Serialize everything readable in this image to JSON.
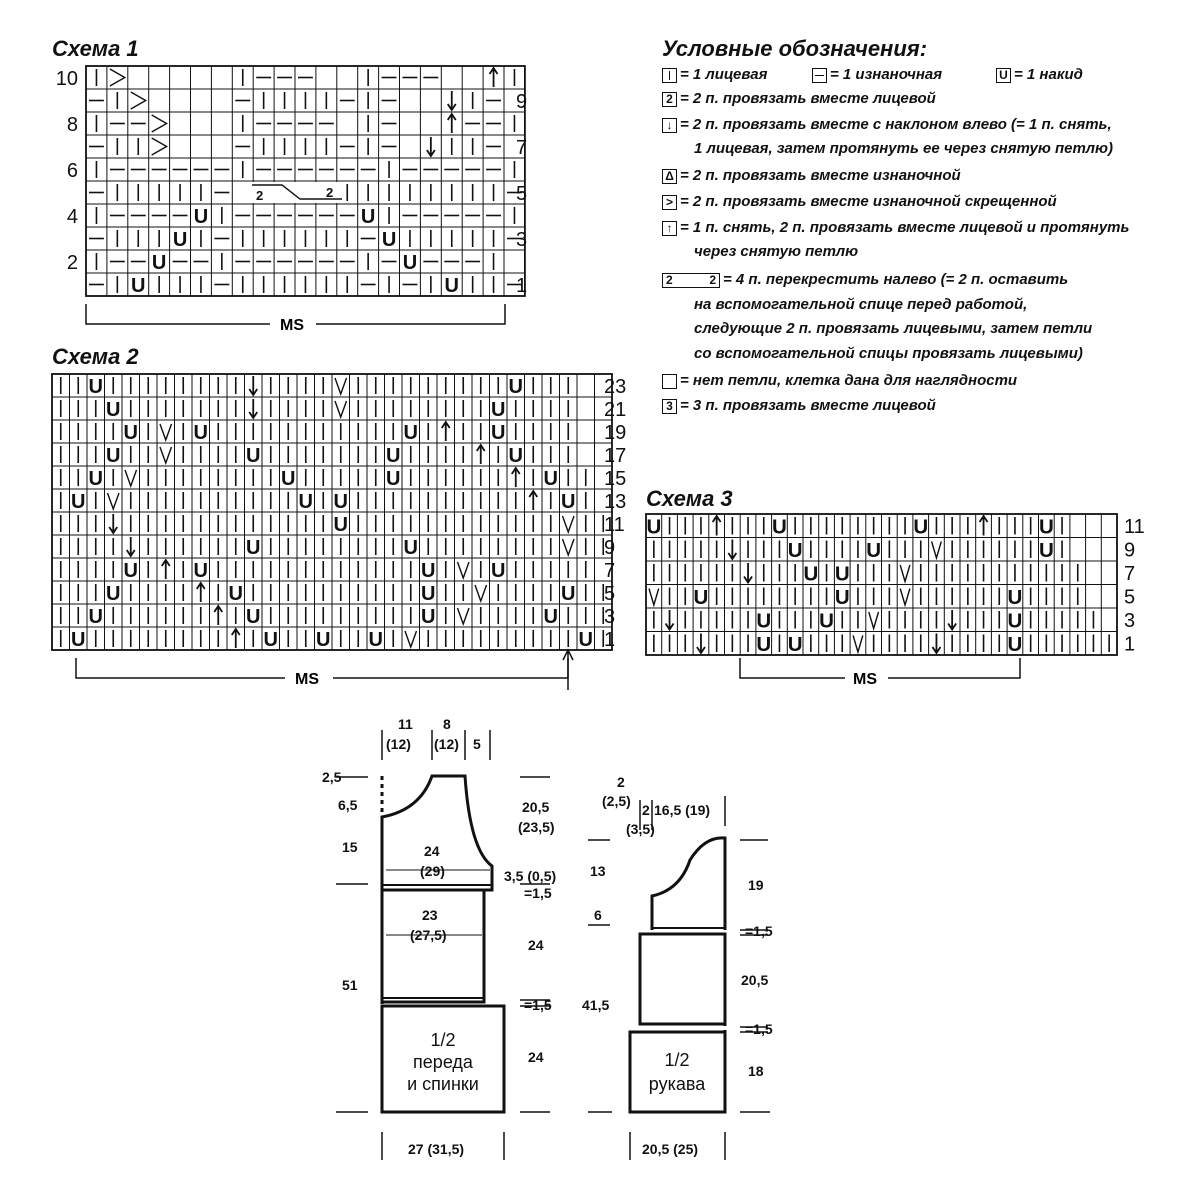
{
  "scheme1": {
    "title": "Схема 1",
    "label": "MS",
    "row_numbers": [
      {
        "num": "10",
        "row": 0,
        "side": "left"
      },
      {
        "num": "9",
        "row": 1,
        "side": "right"
      },
      {
        "num": "8",
        "row": 2,
        "side": "left"
      },
      {
        "num": "7",
        "row": 3,
        "side": "right"
      },
      {
        "num": "6",
        "row": 4,
        "side": "left"
      },
      {
        "num": "5",
        "row": 5,
        "side": "right"
      },
      {
        "num": "4",
        "row": 6,
        "side": "left"
      },
      {
        "num": "3",
        "row": 7,
        "side": "right"
      },
      {
        "num": "2",
        "row": 8,
        "side": "left"
      },
      {
        "num": "1",
        "row": 9,
        "side": "right"
      }
    ],
    "rows": [
      "|Z.....|---..|---..^|",
      "-|a....-||||-|-..v|-",
      "|--Z...|----.|-..^--|",
      "-||a...-||||-|-.v||-",
      "|------|------|-----|",
      "-|||||-CCCC-||||||||-",
      "|----U|------U|-----|",
      "-|||U|-||||||-U|||||-",
      "|--U--|------|-U---|",
      "-|U|||-||||||-|-|U||-"
    ],
    "cable_text_left": "2",
    "cable_text_right": "2"
  },
  "scheme2": {
    "title": "Схема 2",
    "label": "MS",
    "row_numbers": [
      "23",
      "21",
      "19",
      "17",
      "15",
      "13",
      "11",
      "9",
      "7",
      "5",
      "3",
      "1"
    ],
    "rows": [
      "||U||||||||v||||T|||||||||U|||",
      "|||U|||||||v||||T||||||||U||||",
      "||||U|T|U|||||||||||U|^||U||||",
      "|||U||T||||U|||||||U||||^|U|||",
      "||U|T||||||||U|||||U||||||^|U||",
      "|U|T||||||||||U|U||||||||||^|U|",
      "|||v||||||||||||U||||||||||||T||",
      "||||v||||||U||||||||U||||||||T||",
      "||||U|^|U||||||||||||U|T|U|||||",
      "|||U||||^|U||||||||||U||T||||U||",
      "||U||||||^|U|||||||||U|T||||U|||",
      "|U||||||||^|U||U||U|T|||||||||U|"
    ]
  },
  "scheme3": {
    "title": "Схема 3",
    "label": "MS",
    "row_numbers": [
      "11",
      "9",
      "7",
      "5",
      "3",
      "1"
    ],
    "rows": [
      "U|||^|||U||||||||U|||^|||U|",
      "|||||v|||U||||U|||T||||||U|",
      "||||||v|||U|U|||T|||||||||||",
      "T||U||||||||U|||T||||||U||||",
      "|v|||||U|||U||T||||v|||U|||||",
      "|||v|||U|U|||T||||v||||U||||||"
    ]
  },
  "legend": {
    "title": "Условные обозначения:",
    "items": [
      {
        "key": "knit",
        "text": "= 1 лицевая"
      },
      {
        "key": "purl",
        "text": "= 1 изнаночная"
      },
      {
        "key": "yo",
        "text": "= 1 накид"
      },
      {
        "key": "k2tog",
        "text": "= 2 п. провязать вместе лицевой"
      },
      {
        "key": "ssk",
        "text": "= 2 п. провязать вместе с наклоном влево (= 1 п. снять,"
      },
      {
        "key": "ssk2",
        "text": "1 лицевая, затем протянуть ее через снятую петлю)"
      },
      {
        "key": "p2tog",
        "text": "= 2 п. провязать вместе изнаночной"
      },
      {
        "key": "p2togtbl",
        "text": "= 2 п. провязать вместе изнаночной скрещенной"
      },
      {
        "key": "cdd",
        "text": "= 1 п. снять, 2 п. провязать вместе лицевой и протянуть"
      },
      {
        "key": "cdd2",
        "text": "через снятую петлю"
      },
      {
        "key": "cable",
        "text": "= 4 п. перекрестить налево (= 2 п. оставить"
      },
      {
        "key": "cable2",
        "text": "на вспомогательной спице перед работой,"
      },
      {
        "key": "cable3",
        "text": "следующие 2 п. провязать лицевыми, затем петли"
      },
      {
        "key": "cable4",
        "text": "со вспомогательной спицы провязать лицевыми)"
      },
      {
        "key": "nostitch",
        "text": "= нет петли, клетка дана для наглядности"
      },
      {
        "key": "k3tog",
        "text": "= 3 п. провязать вместе лицевой"
      }
    ],
    "cable_digit": "2",
    "k3tog_digit": "3",
    "k2tog_digit": "2"
  },
  "body_pattern": {
    "label1": "1/2",
    "label2": "переда",
    "label3": "и спинки",
    "dims": {
      "top_a": "11",
      "top_a2": "(12)",
      "top_b": "8",
      "top_b2": "(12)",
      "top_c": "5",
      "left1": "2,5",
      "left2": "6,5",
      "left3": "15",
      "left4": "51",
      "mid1": "24",
      "mid1b": "(29)",
      "mid2": "23",
      "mid2b": "(27,5)",
      "r1": "20,5",
      "r1b": "(23,5)",
      "r2": "3,5 (0,5)",
      "r3": "=1,5",
      "r4": "24",
      "r5": "=1,5",
      "r6": "41,5",
      "r7": "24",
      "bottom": "27 (31,5)"
    }
  },
  "sleeve_pattern": {
    "label1": "1/2",
    "label2": "рукава",
    "dims": {
      "t1": "2",
      "t2": "(2,5)",
      "t3": "2",
      "t4": "(3,5)",
      "t5": "16,5 (19)",
      "l1": "13",
      "l2": "6",
      "r1": "19",
      "r2": "=1,5",
      "r3": "20,5",
      "r4": "=1,5",
      "r5": "18",
      "bottom": "20,5 (25)"
    }
  }
}
